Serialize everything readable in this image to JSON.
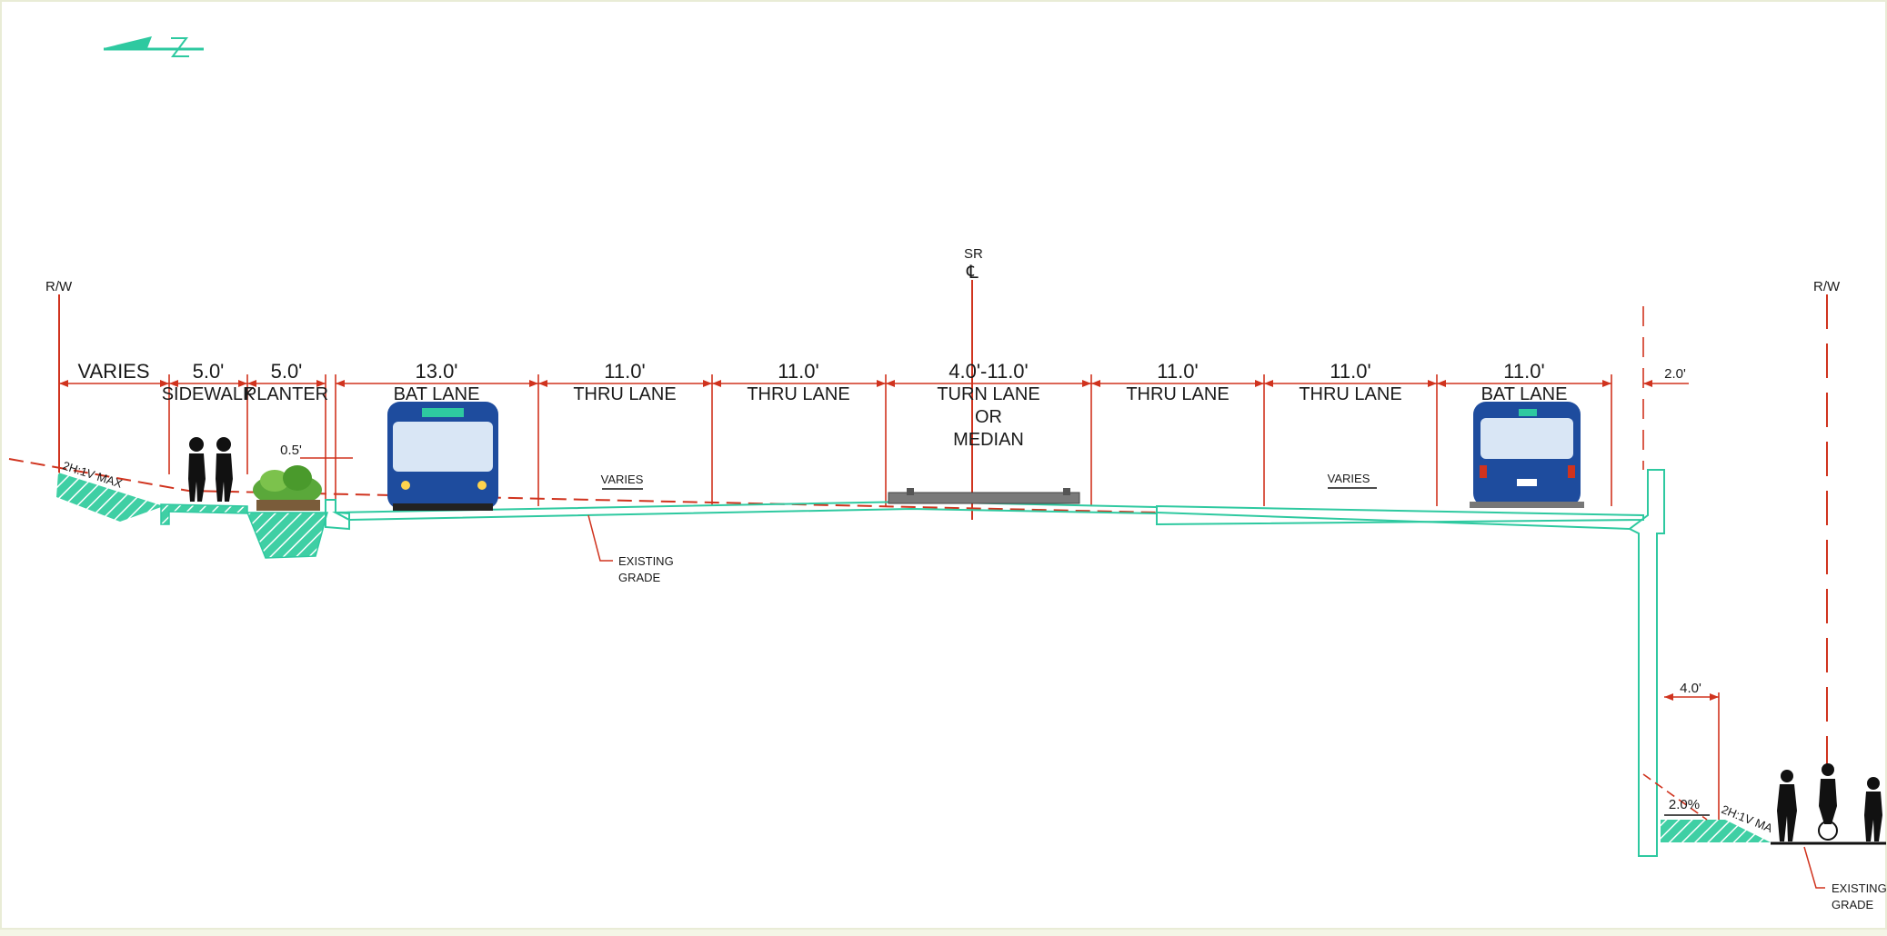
{
  "rw_left": "R/W",
  "rw_right": "R/W",
  "sr": "SR",
  "cl": "℄",
  "dims": {
    "varies": "VARIES",
    "sidewalk": "5.0'",
    "planter": "5.0'",
    "bat_lane_left": "13.0'",
    "thru1": "11.0'",
    "thru2": "11.0'",
    "turn": "4.0'-11.0'",
    "thru3": "11.0'",
    "thru4": "11.0'",
    "bat_lane_right": "11.0'",
    "offset_right": "2.0'",
    "curb": "0.5'",
    "lower_width": "4.0'"
  },
  "labels": {
    "sidewalk": "SIDEWALK",
    "planter": "PLANTER",
    "bat_lane_left": "BAT LANE",
    "thru1": "THRU LANE",
    "thru2": "THRU LANE",
    "turn_line1": "TURN LANE",
    "turn_line2": "OR",
    "turn_line3": "MEDIAN",
    "thru3": "THRU LANE",
    "thru4": "THRU LANE",
    "bat_lane_right": "BAT LANE"
  },
  "slope_varies_left": "VARIES",
  "slope_varies_right": "VARIES",
  "slope_left": "2H:1V MAX",
  "slope_right": "2H:1V MA",
  "cross_slope": "2.0%",
  "existing_grade_1": "EXISTING",
  "existing_grade_2": "GRADE",
  "existing_grade_3": "EXISTING",
  "existing_grade_4": "GRADE",
  "colors": {
    "dimension_line": "#d0331e",
    "structure_line": "#2ec9a0",
    "hatch_fill": "#3fcfa4",
    "bus_body": "#1e4c9e",
    "background": "#ffffff"
  },
  "icons": [
    "north-arrow-icon",
    "pedestrian-pair-icon",
    "shrub-icon",
    "bus-front-icon",
    "bus-rear-icon",
    "cyclist-pedestrian-group-icon",
    "median-barrier-icon"
  ]
}
